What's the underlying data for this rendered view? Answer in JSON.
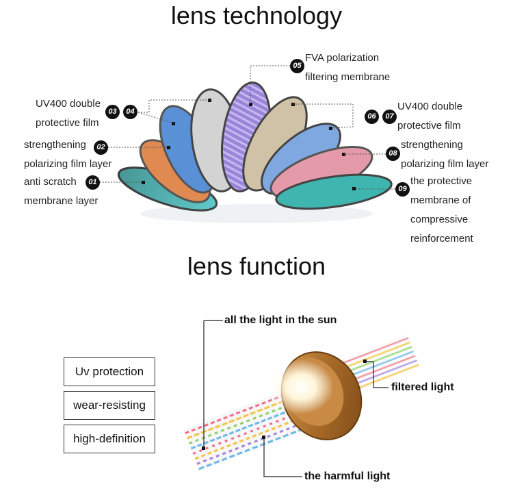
{
  "titles": {
    "top": "lens technology",
    "bottom": "lens function"
  },
  "layers": [
    {
      "num": "01",
      "lines": [
        "anti scratch",
        "membrane layer"
      ]
    },
    {
      "num": "02",
      "lines": [
        "strengthening",
        "polarizing film layer"
      ]
    },
    {
      "num": "03",
      "num2": "04",
      "lines": [
        "UV400 double",
        "protective film"
      ]
    },
    {
      "num": "05",
      "lines": [
        "FVA polarization",
        "filtering membrane"
      ]
    },
    {
      "num": "06",
      "num2": "07",
      "lines": [
        "UV400 double",
        "protective film"
      ]
    },
    {
      "num": "08",
      "lines": [
        "strengthening",
        "polarizing film layer"
      ]
    },
    {
      "num": "09",
      "lines": [
        "the protective",
        "membrane of",
        "compressive",
        "reinforcement"
      ]
    }
  ],
  "functions": [
    "Uv protection",
    "wear-resisting",
    "high-definition"
  ],
  "light_labels": {
    "sun": "all the light in the sun",
    "filtered": "filtered light",
    "harmful": "the harmful light"
  },
  "colors": {
    "teal": "#5fc9c9",
    "orange": "#e08a52",
    "blue": "#5a90d6",
    "grey": "#c9c9c9",
    "purple": "#9a86d8",
    "beige": "#cfc2a6",
    "lightblue": "#7fa8e0",
    "pink": "#e59aaa",
    "lens_brown": "#b8782f"
  }
}
